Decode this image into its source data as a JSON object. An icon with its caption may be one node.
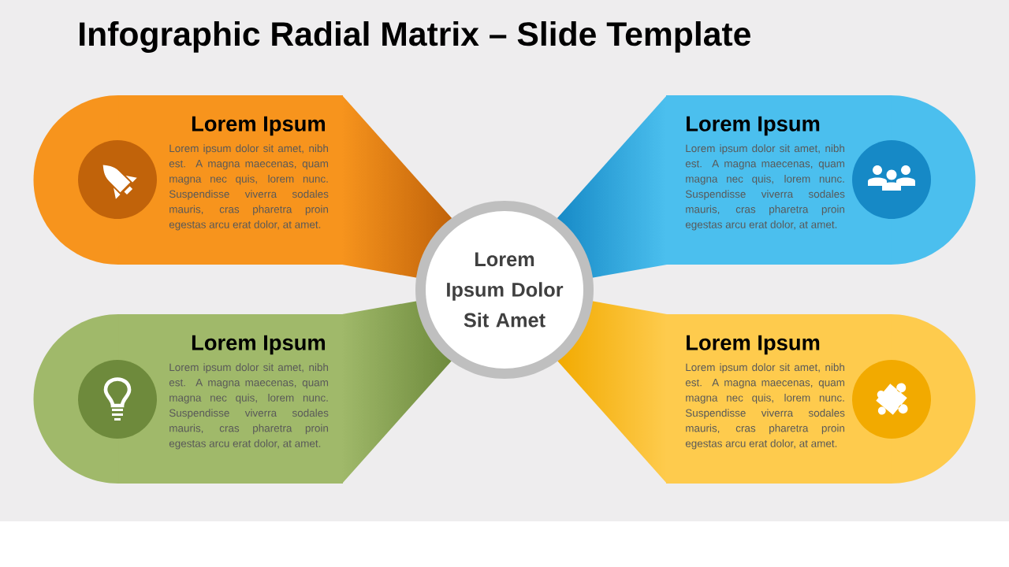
{
  "diagram": {
    "title": "Infographic Radial Matrix – Slide Template",
    "nodes": [
      {
        "text": [
          "Lorem Ipsum Dolor Sit Amet"
        ]
      },
      {
        "text": [
          "Lorem Ipsum",
          "Lorem ipsum dolor sit amet, nibh est. A magna maecenas, quam magna nec quis, lorem nunc. Suspendisse viverra sodales mauris, cras pharetra proin egestas arcu erat dolor, at amet."
        ]
      },
      {
        "text": [
          "Lorem Ipsum",
          "Lorem ipsum dolor sit amet, nibh est. A magna maecenas, quam magna nec quis, lorem nunc. Suspendisse viverra sodales mauris, cras pharetra proin egestas arcu erat dolor, at amet."
        ]
      },
      {
        "text": [
          "Lorem Ipsum",
          "Lorem ipsum dolor sit amet, nibh est. A magna maecenas, quam magna nec quis, lorem nunc. Suspendisse viverra sodales mauris, cras pharetra proin egestas arcu erat dolor, at amet."
        ]
      },
      {
        "text": [
          "Lorem Ipsum",
          "Lorem ipsum dolor sit amet, nibh est. A magna maecenas, quam magna nec quis, lorem nunc. Suspendisse viverra sodales mauris, cras pharetra proin egestas arcu erat dolor, at amet."
        ]
      }
    ]
  }
}
